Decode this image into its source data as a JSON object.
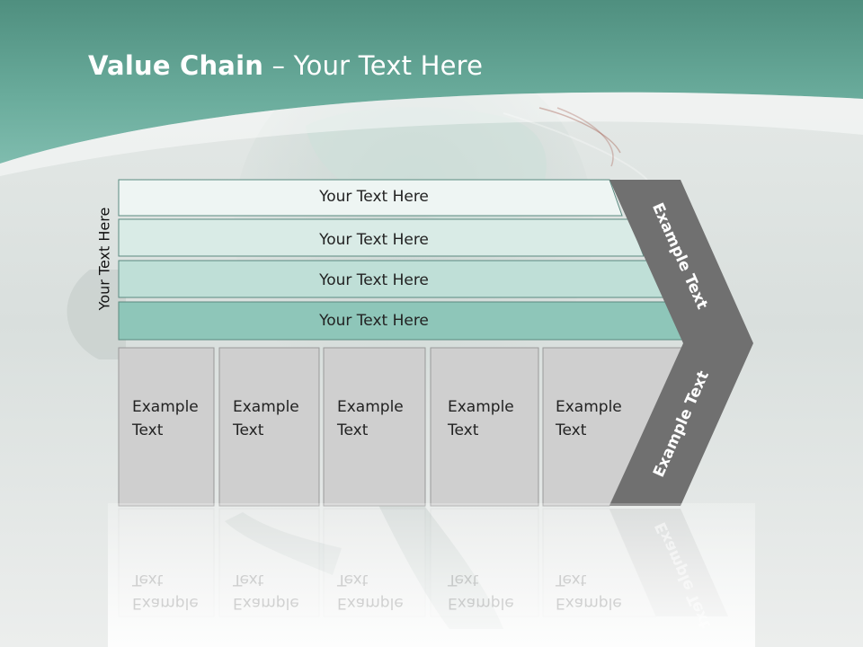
{
  "slide": {
    "title_bold": "Value Chain",
    "title_rest": " – Your Text Here",
    "side_label": "Your Text Here"
  },
  "rows": [
    {
      "label": "Your Text Here"
    },
    {
      "label": "Your Text Here"
    },
    {
      "label": "Your Text Here"
    },
    {
      "label": "Your Text Here"
    }
  ],
  "columns": [
    {
      "line1": "Example",
      "line2": "Text"
    },
    {
      "line1": "Example",
      "line2": "Text"
    },
    {
      "line1": "Example",
      "line2": "Text"
    },
    {
      "line1": "Example",
      "line2": "Text"
    },
    {
      "line1": "Example",
      "line2": "Text"
    }
  ],
  "chevron": {
    "top_text": "Example Text",
    "bottom_text": "Example Text"
  },
  "colors": {
    "header_teal": "#6fb0a2",
    "row_fills": [
      "#eef5f3",
      "#d9ebe6",
      "#bfdfd7",
      "#8ec6b9"
    ],
    "column_fill": "#cfcfcf",
    "chevron_fill": "#707070"
  }
}
